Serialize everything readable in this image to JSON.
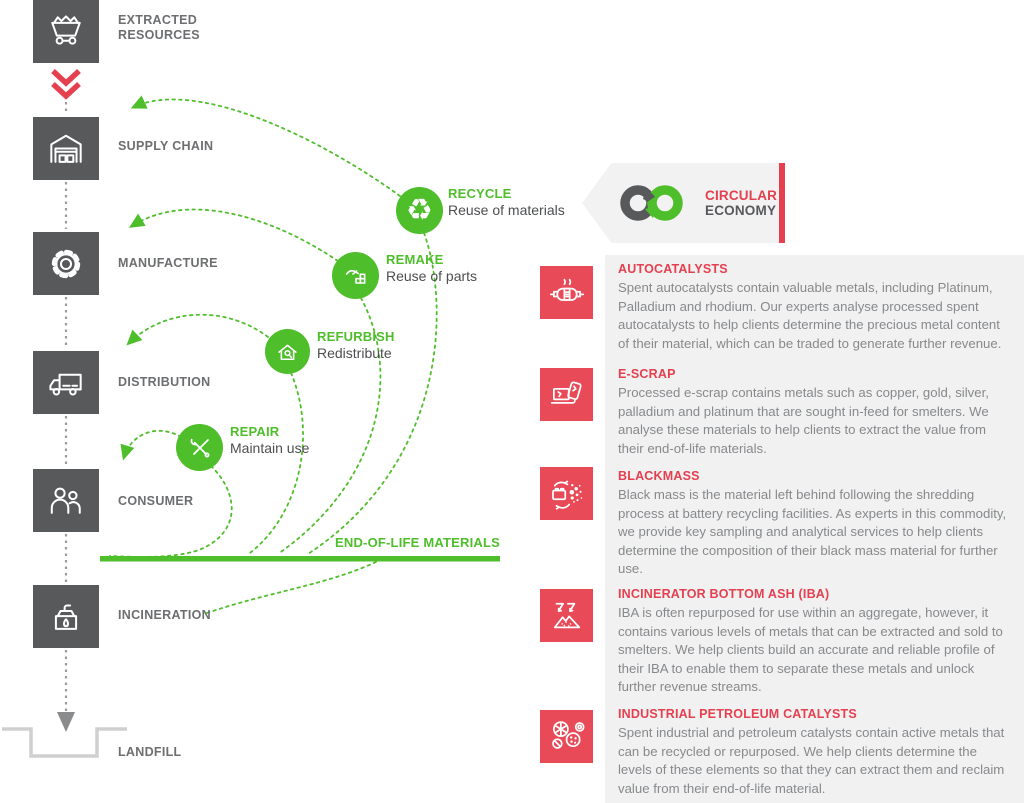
{
  "colors": {
    "green": "#4fbe2b",
    "red": "#e5404f",
    "icon_box_gray": "#58595b",
    "label_gray": "#6d6e70",
    "body_text_gray": "#87898b",
    "panel_bg": "#f1f1f2",
    "banner_bg": "#f2f2f3"
  },
  "flow": {
    "stages": [
      {
        "label": "EXTRACTED RESOURCES",
        "icon": "mine-cart-icon"
      },
      {
        "label": "SUPPLY CHAIN",
        "icon": "warehouse-icon"
      },
      {
        "label": "MANUFACTURE",
        "icon": "gear-icon"
      },
      {
        "label": "DISTRIBUTION",
        "icon": "truck-icon"
      },
      {
        "label": "CONSUMER",
        "icon": "people-icon"
      },
      {
        "label": "INCINERATION",
        "icon": "incinerator-icon"
      },
      {
        "label": "LANDFILL",
        "icon": "landfill-pit-icon"
      }
    ]
  },
  "loops": [
    {
      "title": "RECYCLE",
      "subtitle": "Reuse of materials",
      "icon": "recycle-icon"
    },
    {
      "title": "REMAKE",
      "subtitle": "Reuse of parts",
      "icon": "remake-icon"
    },
    {
      "title": "REFURBISH",
      "subtitle": "Redistribute",
      "icon": "refurbish-icon"
    },
    {
      "title": "REPAIR",
      "subtitle": "Maintain use",
      "icon": "repair-icon"
    }
  ],
  "eol_label": "END-OF-LIFE MATERIALS",
  "banner": {
    "line1": "CIRCULAR",
    "line2": "ECONOMY",
    "icon": "infinity-loop-icon"
  },
  "sections": [
    {
      "title": "AUTOCATALYSTS",
      "icon": "catalytic-converter-icon",
      "body": "Spent autocatalysts contain valuable metals, including Platinum, Palladium and rhodium. Our experts analyse processed spent autocatalysts to help clients determine the precious metal content of their material, which can be traded to generate further revenue."
    },
    {
      "title": "E-SCRAP",
      "icon": "laptop-phone-icon",
      "body": "Processed e-scrap contains metals such as copper, gold, silver, palladium and platinum that are sought in-feed for smelters. We analyse these materials to help clients to extract the value from their end-of-life materials."
    },
    {
      "title": "BLACKMASS",
      "icon": "battery-shred-icon",
      "body": "Black mass is the material left behind following the shredding process at battery recycling facilities. As experts in this commodity, we provide key sampling and analytical services to help clients determine the composition of their black mass material for further use."
    },
    {
      "title": "INCINERATOR BOTTOM ASH (IBA)",
      "icon": "ash-pile-icon",
      "body": "IBA is often repurposed for use within an aggregate, however, it contains various levels of metals that can be extracted and sold to smelters. We help clients build an accurate and reliable profile of their IBA to enable them to separate these metals and unlock further revenue streams."
    },
    {
      "title": "INDUSTRIAL PETROLEUM CATALYSTS",
      "icon": "catalyst-pellets-icon",
      "body": "Spent industrial and petroleum catalysts contain active metals that can be recycled or repurposed. We help clients determine the levels of these elements so that they can extract them and reclaim value from their end-of-life material."
    }
  ]
}
